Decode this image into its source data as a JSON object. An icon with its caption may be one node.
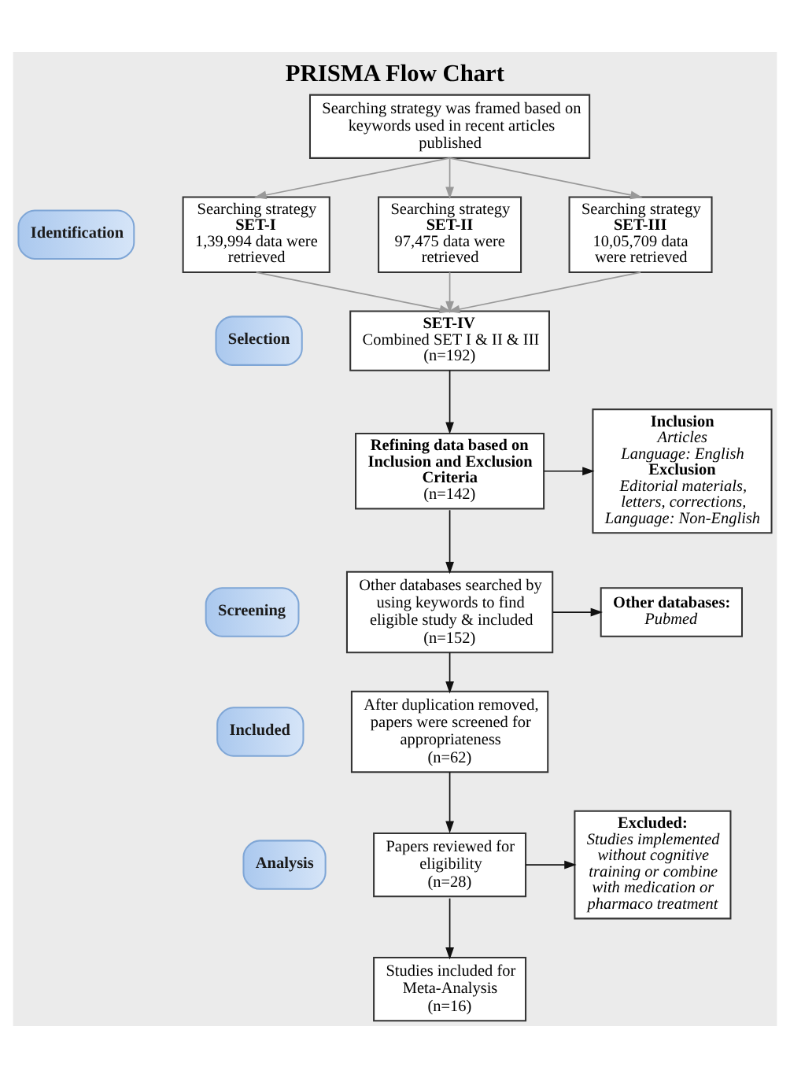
{
  "diagram": {
    "title": "PRISMA Flow Chart",
    "nodes": [
      {
        "text": [
          "Searching strategy was framed based on keywords used in recent articles published"
        ]
      },
      {
        "text": [
          "Identification"
        ]
      },
      {
        "text": [
          "Searching strategy",
          "SET-I",
          "1,39,994 data were retrieved"
        ]
      },
      {
        "text": [
          "Searching strategy",
          "SET-II",
          "97,475 data were retrieved"
        ]
      },
      {
        "text": [
          "Searching strategy",
          "SET-III",
          "10,05,709 data were retrieved"
        ]
      },
      {
        "text": [
          "Selection"
        ]
      },
      {
        "text": [
          "SET-IV",
          "Combined SET I & II & III",
          "(n=192)"
        ]
      },
      {
        "text": [
          "Refining data based on Inclusion and Exclusion Criteria",
          "(n=142)"
        ]
      },
      {
        "text": [
          "Inclusion",
          "Articles",
          "Language: English",
          "Exclusion",
          "Editorial materials, letters, corrections,",
          "Language: Non-English"
        ]
      },
      {
        "text": [
          "Screening"
        ]
      },
      {
        "text": [
          "Other databases searched by using keywords to find eligible study & included",
          "(n=152)"
        ]
      },
      {
        "text": [
          "Other databases:",
          "Pubmed"
        ]
      },
      {
        "text": [
          "Included"
        ]
      },
      {
        "text": [
          "After duplication removed, papers were screened for appropriateness",
          "(n=62)"
        ]
      },
      {
        "text": [
          "Analysis"
        ]
      },
      {
        "text": [
          "Papers reviewed for eligibility",
          "(n=28)"
        ]
      },
      {
        "text": [
          "Excluded:",
          "Studies implemented without cognitive training or combine with medication or pharmaco treatment"
        ]
      },
      {
        "text": [
          "Studies included for Meta-Analysis",
          "(n=16)"
        ]
      }
    ],
    "edges": [
      {
        "from": 0,
        "to": 2,
        "arrow": "to",
        "color": "#999999"
      },
      {
        "from": 0,
        "to": 3,
        "arrow": "to",
        "color": "#999999"
      },
      {
        "from": 0,
        "to": 4,
        "arrow": "to",
        "color": "#999999"
      },
      {
        "from": 2,
        "to": 6,
        "arrow": "to",
        "color": "#999999"
      },
      {
        "from": 3,
        "to": 6,
        "arrow": "to",
        "color": "#999999"
      },
      {
        "from": 4,
        "to": 6,
        "arrow": "to",
        "color": "#999999"
      },
      {
        "from": 6,
        "to": 7,
        "arrow": "to"
      },
      {
        "from": 7,
        "to": 8,
        "arrow": "to"
      },
      {
        "from": 7,
        "to": 10,
        "arrow": "to"
      },
      {
        "from": 10,
        "to": 11,
        "arrow": "to"
      },
      {
        "from": 10,
        "to": 13,
        "arrow": "to"
      },
      {
        "from": 13,
        "to": 15,
        "arrow": "to"
      },
      {
        "from": 15,
        "to": 16,
        "arrow": "to"
      },
      {
        "from": 15,
        "to": 17,
        "arrow": "to"
      }
    ]
  }
}
